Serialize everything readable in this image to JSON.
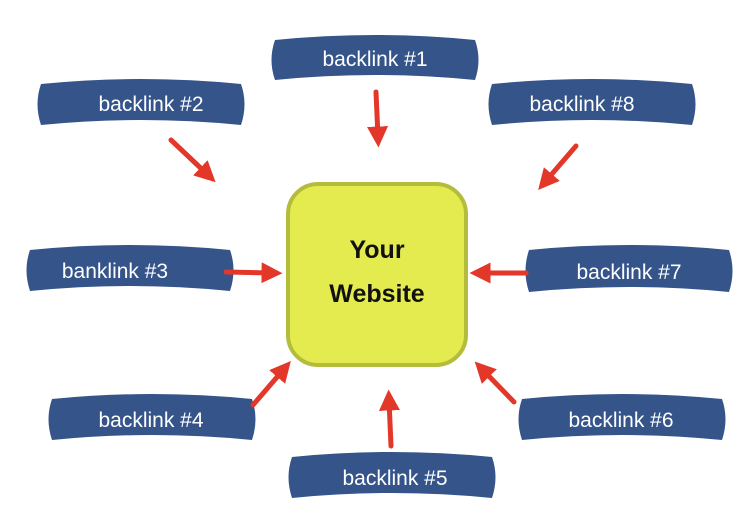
{
  "center": {
    "line1": "Your",
    "line2": "Website"
  },
  "nodes": [
    {
      "label": "backlink #1"
    },
    {
      "label": "backlink #2"
    },
    {
      "label": "banklink #3"
    },
    {
      "label": "backlink #4"
    },
    {
      "label": "backlink #5"
    },
    {
      "label": "backlink #6"
    },
    {
      "label": "backlink #7"
    },
    {
      "label": "backlink #8"
    }
  ],
  "colors": {
    "node_fill": "#34548a",
    "node_text": "#ffffff",
    "center_fill": "#e3eb4f",
    "center_border": "#b4bc3c",
    "arrow": "#e3372a"
  }
}
